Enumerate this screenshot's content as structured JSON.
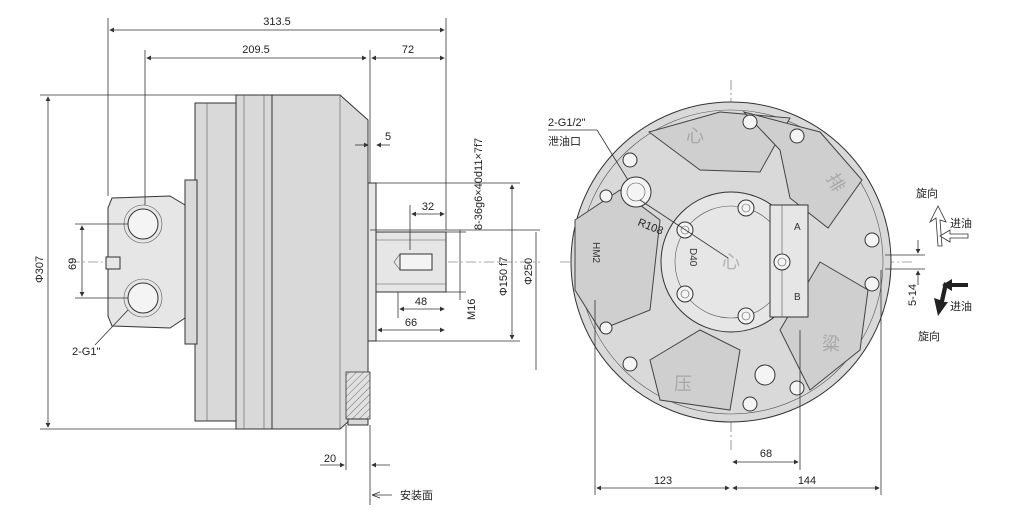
{
  "dimensions": {
    "overall_length": "313.5",
    "body_length": "209.5",
    "shaft_section": "72",
    "step": "5",
    "spline_spec": "8-36g6×40d11×7f7",
    "thread_depth": "32",
    "thread_length": "48",
    "shaft_length": "66",
    "thread": "M16",
    "pilot_diameter": "Φ150 f7",
    "flange_diameter": "Φ250",
    "housing_diameter": "Φ307",
    "port_spacing": "69",
    "port_label": "2-G1\"",
    "flange_thickness": "20",
    "drain_label": "2-G1/2\"",
    "drain_text": "泄油口",
    "radius": "R108",
    "left_offset": "123",
    "right_offset": "144",
    "bolt_offset": "68",
    "small_offset": "5-14",
    "mount_face": "安装面"
  },
  "rotation": {
    "direction_label": "旋向",
    "inlet_label": "进油"
  },
  "face_marks": {
    "model": "HM2",
    "code": "D40",
    "port_a": "A",
    "port_b": "B",
    "char_top": "心",
    "char_center": "心",
    "char_right": "排",
    "char_lower_right": "粱",
    "char_bottom": "压"
  },
  "colors": {
    "body": "#d9d9d9",
    "line": "#333333",
    "background": "#ffffff"
  }
}
